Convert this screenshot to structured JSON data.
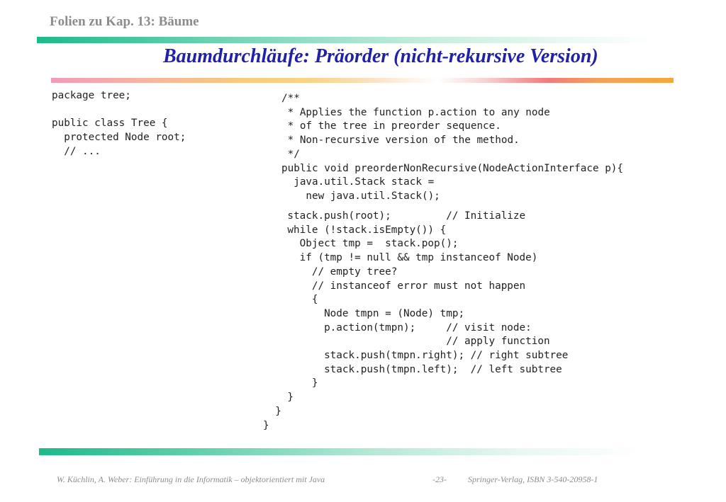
{
  "header": {
    "chapter_title": "Folien zu Kap. 13: Bäume",
    "slide_title": "Baumdurchläufe: Präorder (nicht-rekursive Version)"
  },
  "code": {
    "left_block": "package tree;\n\npublic class Tree {\n  protected Node root;\n  // ...",
    "comment_block": "/**\n * Applies the function p.action to any node\n * of the tree in preorder sequence.\n * Non-recursive version of the method.\n */\npublic void preorderNonRecursive(NodeActionInterface p){\n  java.util.Stack stack =\n    new java.util.Stack();",
    "body_block": "    stack.push(root);         // Initialize\n    while (!stack.isEmpty()) {\n      Object tmp =  stack.pop();\n      if (tmp != null && tmp instanceof Node)\n        // empty tree?\n        // instanceof error must not happen\n        {\n          Node tmpn = (Node) tmp;\n          p.action(tmpn);     // visit node:\n                              // apply function\n          stack.push(tmpn.right); // right subtree\n          stack.push(tmpn.left);  // left subtree\n        }\n    }\n  }\n}"
  },
  "footer": {
    "citation": "W. Küchlin, A. Weber: Einführung in die Informatik – objektorientiert mit Java",
    "page_number": "-23-",
    "publisher": "Springer-Verlag, ISBN 3-540-20958-1"
  },
  "colors": {
    "title_blue": "#2020a8",
    "header_gray": "#8c8c8c",
    "bar_green": "#1dba8a",
    "bar_orange": "#f7a63a",
    "bar_pink": "#f39ab8"
  }
}
